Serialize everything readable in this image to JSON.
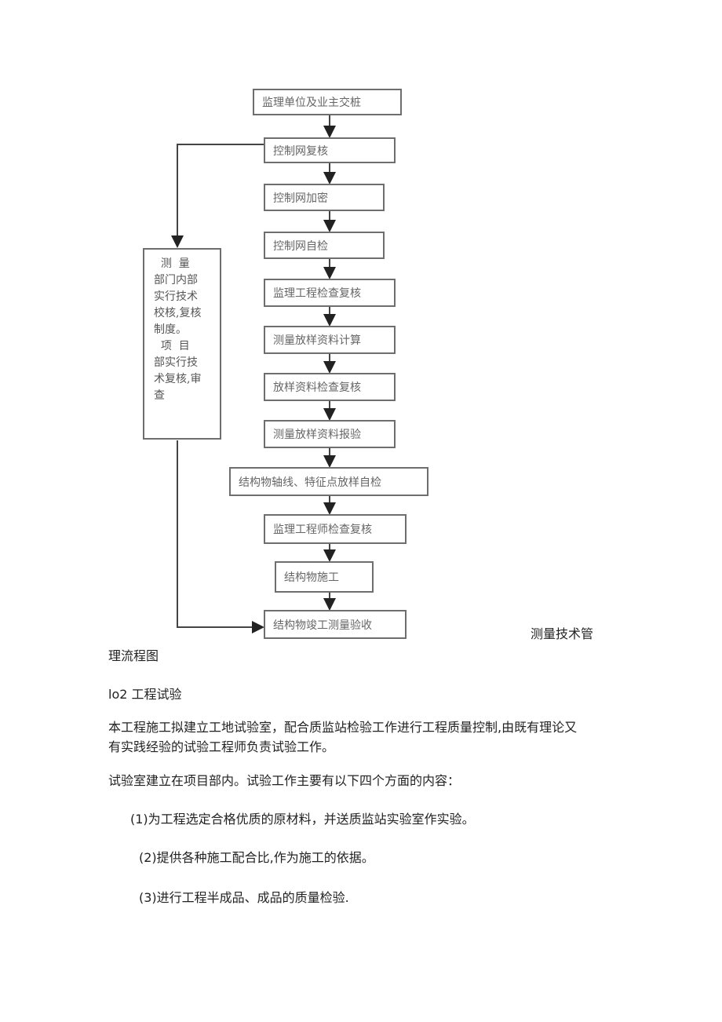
{
  "flowchart": {
    "steps": [
      "监理单位及业主交桩",
      "控制网复核",
      "控制网加密",
      "控制网自检",
      "监理工程检查复核",
      "测量放样资料计算",
      "放样资料检查复核",
      "测量放样资料报验",
      "结构物轴线、特征点放样自检",
      "监理工程师检查复核",
      "结构物施工",
      "结构物竣工测量验收"
    ],
    "side_note_lines": [
      "  测  量",
      "部门内部",
      "实行技术",
      "校核,复核",
      "制度。",
      "  项  目",
      "部实行技",
      "术复核,审",
      "查"
    ]
  },
  "caption": {
    "part1": "测量技术管",
    "part2": "理流程图"
  },
  "section": {
    "heading": "lo2 工程试验",
    "para1_line1": "本工程施工拟建立工地试验室，配合质监站检验工作进行工程质量控制,由既有理论又",
    "para1_line2": "有实践经验的试验工程师负责试验工作。",
    "para2": "试验室建立在项目部内。试验工作主要有以下四个方面的内容：",
    "items": [
      "(1)为工程选定合格优质的原材料，并送质监站实验室作实验。",
      "(2)提供各种施工配合比,作为施工的依据。",
      "(3)进行工程半成品、成品的质量检验."
    ]
  }
}
